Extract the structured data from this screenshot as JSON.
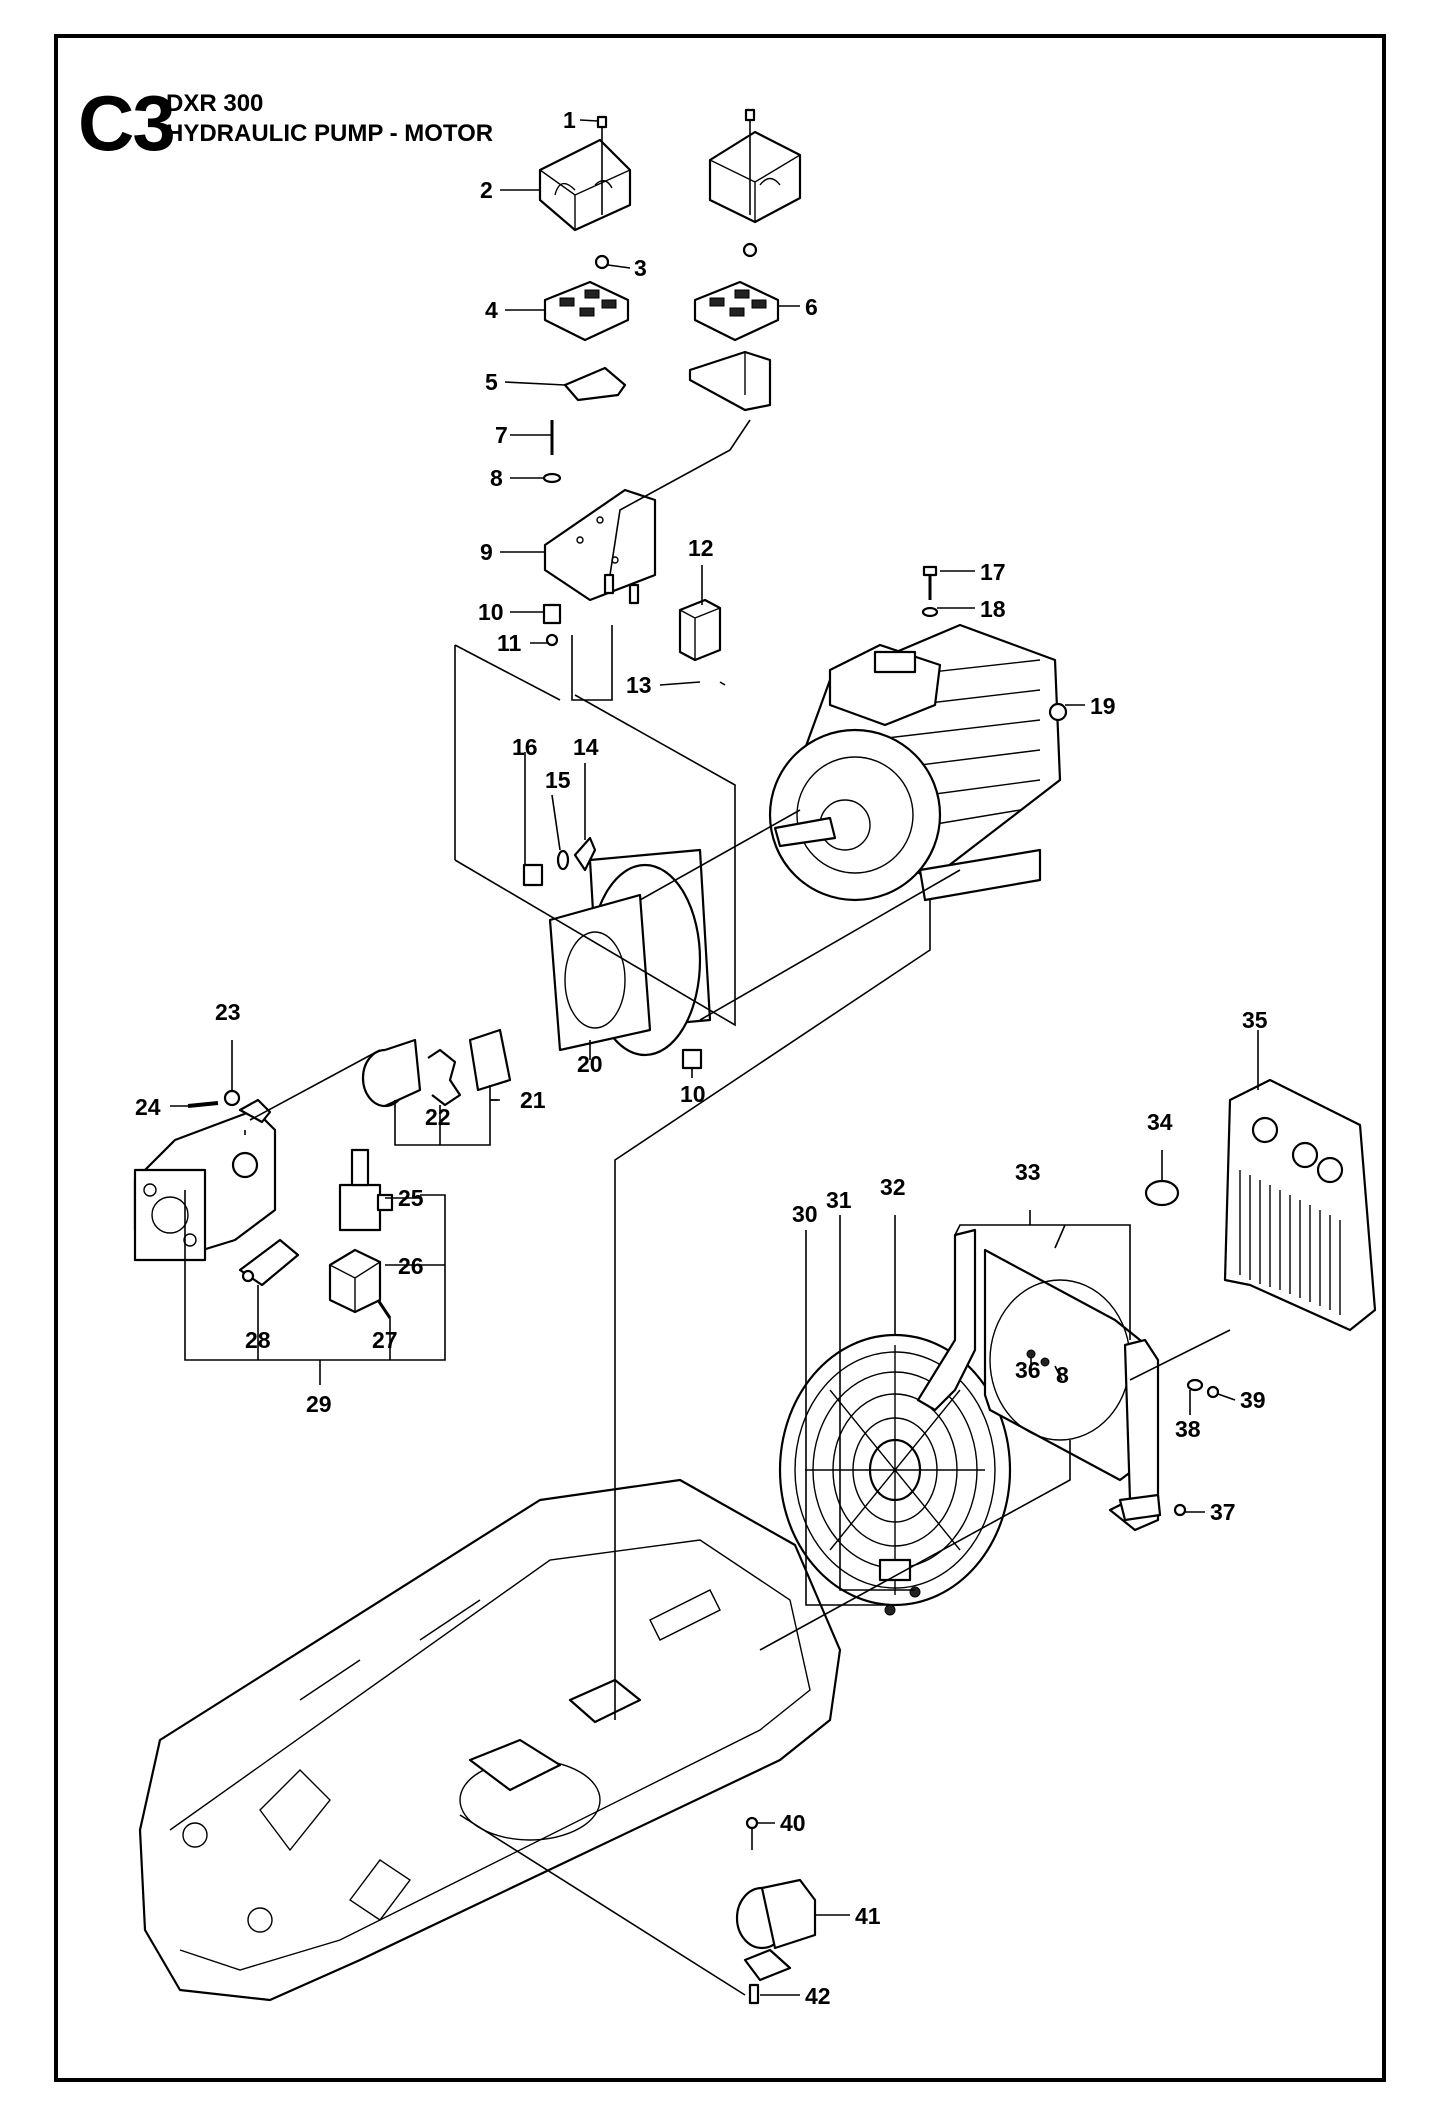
{
  "header": {
    "code": "C3",
    "model": "DXR 300",
    "title": "HYDRAULIC PUMP - MOTOR"
  },
  "callouts": [
    "1",
    "2",
    "3",
    "4",
    "5",
    "6",
    "7",
    "8",
    "9",
    "10",
    "11",
    "12",
    "13",
    "14",
    "15",
    "16",
    "17",
    "18",
    "19",
    "20",
    "10",
    "21",
    "22",
    "23",
    "24",
    "25",
    "26",
    "27",
    "28",
    "29",
    "30",
    "31",
    "32",
    "33",
    "34",
    "35",
    "36",
    "8",
    "37",
    "38",
    "39",
    "40",
    "41",
    "42"
  ]
}
